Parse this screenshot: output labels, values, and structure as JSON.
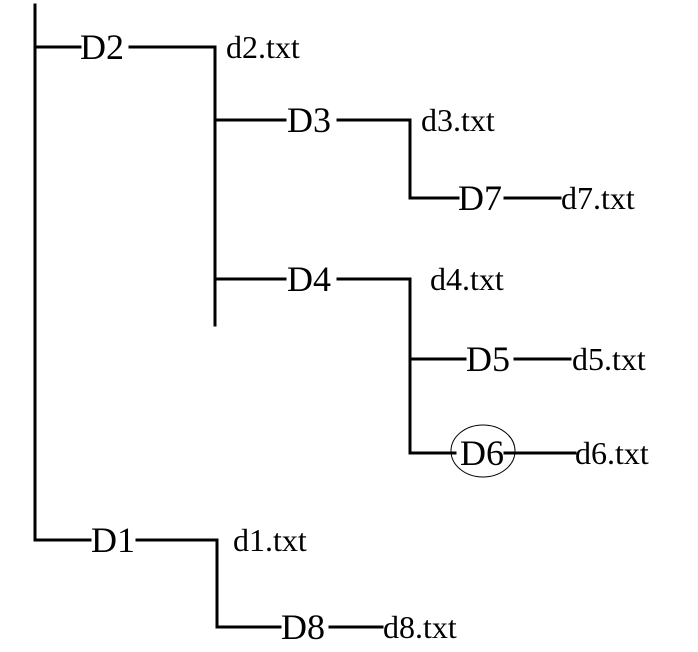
{
  "diagram": {
    "nodes": {
      "d2": {
        "label": "D2",
        "file": "d2.txt"
      },
      "d3": {
        "label": "D3",
        "file": "d3.txt"
      },
      "d7": {
        "label": "D7",
        "file": "d7.txt"
      },
      "d4": {
        "label": "D4",
        "file": "d4.txt"
      },
      "d5": {
        "label": "D5",
        "file": "d5.txt"
      },
      "d6": {
        "label": "D6",
        "file": "d6.txt",
        "highlighted": true
      },
      "d1": {
        "label": "D1",
        "file": "d1.txt"
      },
      "d8": {
        "label": "D8",
        "file": "d8.txt"
      }
    }
  }
}
